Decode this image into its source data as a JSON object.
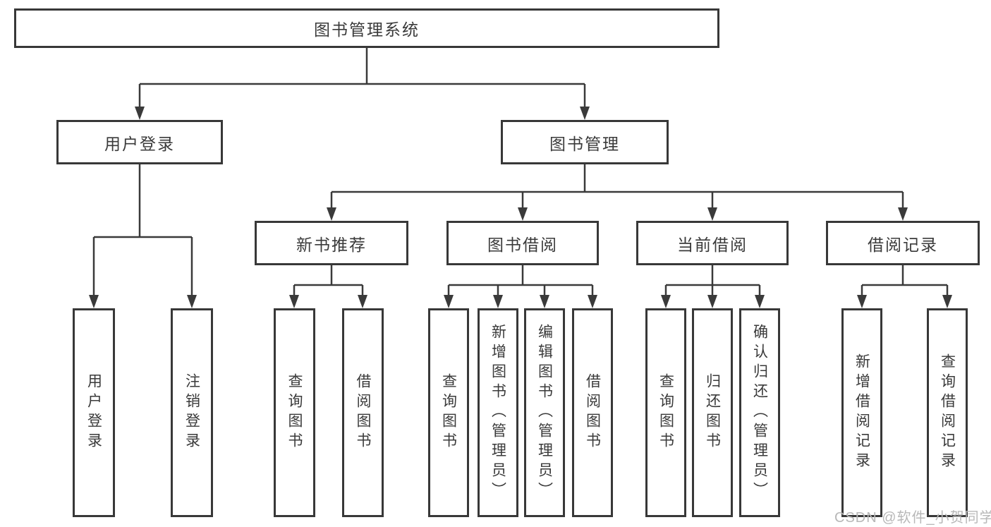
{
  "diagram": {
    "type": "hierarchy-tree",
    "tree": {
      "root": {
        "label": "图书管理系统"
      },
      "branches": [
        {
          "label": "用户登录",
          "children": [
            {
              "label": "用户登录"
            },
            {
              "label": "注销登录"
            }
          ]
        },
        {
          "label": "图书管理",
          "children": [
            {
              "label": "新书推荐",
              "children": [
                {
                  "label": "查询图书"
                },
                {
                  "label": "借阅图书"
                }
              ]
            },
            {
              "label": "图书借阅",
              "children": [
                {
                  "label": "查询图书"
                },
                {
                  "label": "新增图书（管理员）"
                },
                {
                  "label": "编辑图书（管理员）"
                },
                {
                  "label": "借阅图书"
                }
              ]
            },
            {
              "label": "当前借阅",
              "children": [
                {
                  "label": "查询图书"
                },
                {
                  "label": "归还图书"
                },
                {
                  "label": "确认归还（管理员）"
                }
              ]
            },
            {
              "label": "借阅记录",
              "children": [
                {
                  "label": "新增借阅记录"
                },
                {
                  "label": "查询借阅记录"
                }
              ]
            }
          ]
        }
      ]
    },
    "colors": {
      "line": "#3a3a3a",
      "box_border": "#383838",
      "text": "#3a3a3a",
      "background": "#ffffff",
      "watermark": "#b8b8b8"
    }
  },
  "watermark": {
    "text": "CSDN @软件_小贺同学"
  }
}
